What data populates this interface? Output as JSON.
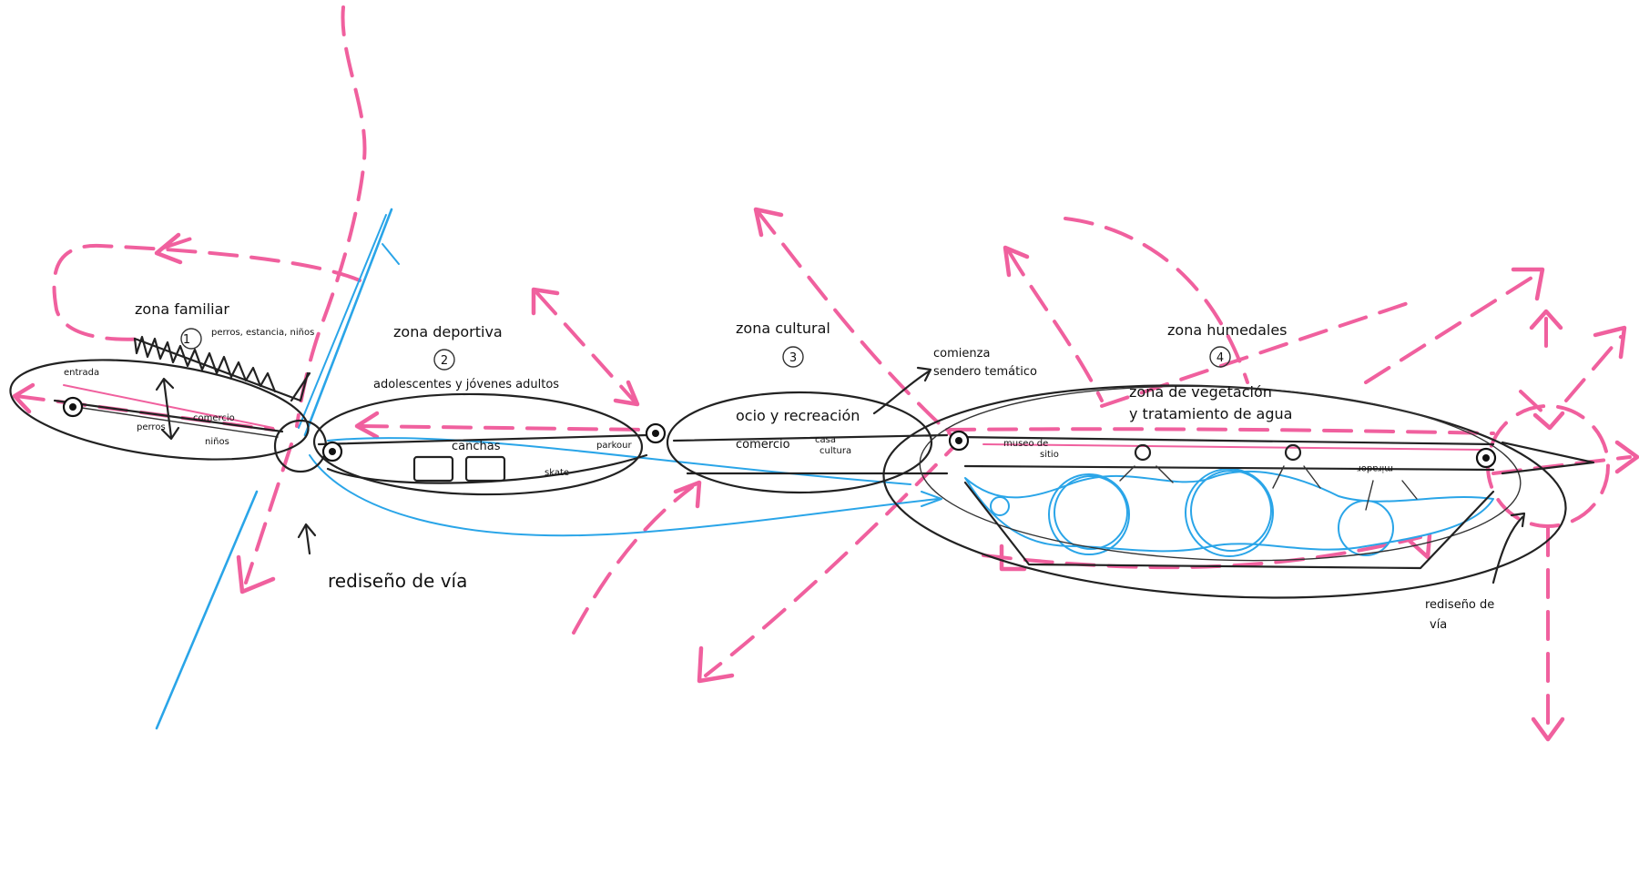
{
  "zones": {
    "familiar": {
      "title": "zona familiar",
      "number": "1",
      "detail": "perros, estancia, niños"
    },
    "deportiva": {
      "title": "zona deportiva",
      "number": "2",
      "detail": "adolescentes y jóvenes adultos"
    },
    "cultural": {
      "title": "zona cultural",
      "number": "3",
      "detail": "ocio y recreación"
    },
    "humedales": {
      "title": "zona humedales",
      "number": "4",
      "detail_line1": "zona de vegetación",
      "detail_line2": "y tratamiento de agua"
    }
  },
  "labels": {
    "entrada": "entrada",
    "comercio_1": "comercio",
    "perros": "perros",
    "ninos": "niños",
    "canchas": "canchas",
    "skate": "skate",
    "parkour": "parkour",
    "comercio_2": "comercio",
    "casa": "casa",
    "cultura": "cultura",
    "comienza_line1": "comienza",
    "comienza_line2": "sendero temático",
    "museo": "museo de",
    "sitio": "sitio",
    "mirador_mirrored": "mirador",
    "rediseno_left": "rediseño de vía",
    "rediseno_right_line1": "rediseño de",
    "rediseno_right_line2": "vía"
  },
  "colors": {
    "ink": "#222222",
    "pink": "#f0609e",
    "blue": "#2aa5e8"
  }
}
